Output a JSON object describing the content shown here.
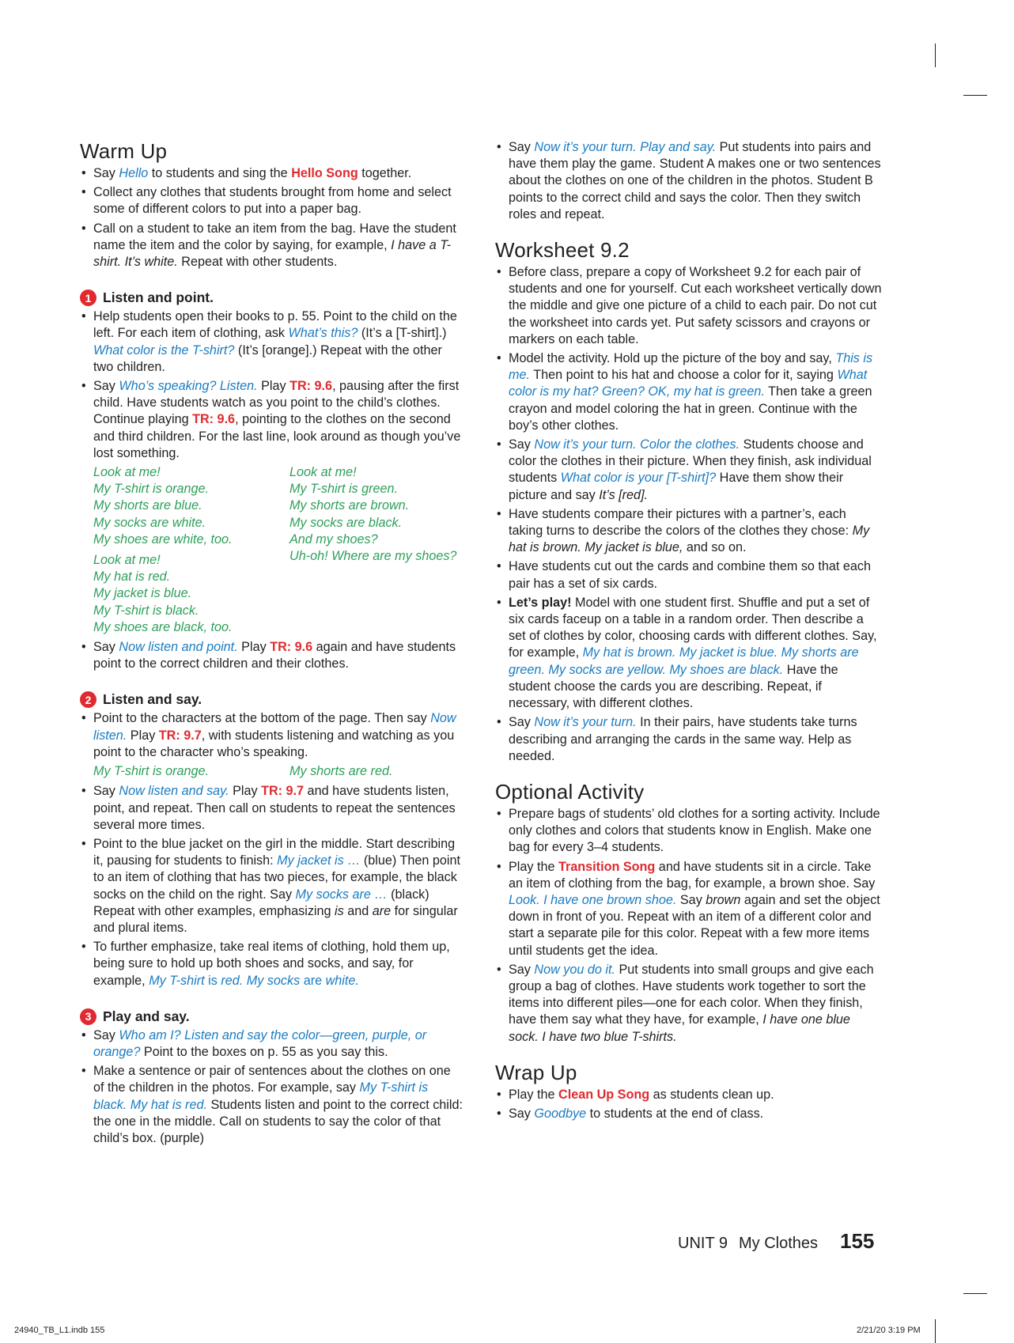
{
  "warmup": {
    "title": "Warm Up",
    "b1": {
      "t1": "Say ",
      "hello": "Hello",
      "t2": " to students and sing the ",
      "song": "Hello Song",
      "t3": " together."
    },
    "b2": "Collect any clothes that students brought from home and select some of different colors to put into a paper bag.",
    "b3": {
      "t1": "Call on a student to take an item from the bag. Have the student name the item and the color by saying, for example, ",
      "i1": "I have a T-shirt. It’s white.",
      "t2": " Repeat with other students."
    }
  },
  "act1": {
    "num": "1",
    "title": "Listen and point.",
    "b1": {
      "t1": "Help students open their books to p. 55. Point to the child on the left. For each item of clothing, ask ",
      "q1": "What’s this?",
      "t2": " (It’s a [T-shirt].) ",
      "q2": "What color is the T-shirt?",
      "t3": " (It’s [orange].) Repeat with the other two children."
    },
    "b2": {
      "t1": "Say ",
      "q1": "Who’s speaking? Listen.",
      "t2": " Play ",
      "tr1": "TR: 9.6",
      "t3": ", pausing after the first child. Have students watch as you point to the child’s clothes. Continue playing ",
      "tr2": "TR: 9.6",
      "t4": ", pointing to the clothes on the second and third children. For the last line, look around as though you’ve lost something."
    },
    "song_left_a": [
      "Look at me!",
      "My T-shirt is orange.",
      "My shorts are blue.",
      "My socks are white.",
      "My shoes are white, too."
    ],
    "song_left_b": [
      "Look at me!",
      "My hat is red.",
      "My jacket is blue.",
      "My T-shirt is black.",
      "My shoes are black, too."
    ],
    "song_right": [
      "Look at me!",
      "My T-shirt is green.",
      "My shorts are brown.",
      "My socks are black.",
      "And my shoes?",
      "Uh-oh! Where are my shoes?"
    ],
    "b3": {
      "t1": "Say ",
      "q1": "Now listen and point.",
      "t2": " Play ",
      "tr": "TR: 9.6",
      "t3": " again and have students point to the correct children and their clothes."
    }
  },
  "act2": {
    "num": "2",
    "title": "Listen and say.",
    "b1": {
      "t1": "Point to the characters at the bottom of the page. Then say ",
      "q1": "Now listen.",
      "t2": " Play ",
      "tr": "TR: 9.7",
      "t3": ", with students listening and watching as you point to the character who’s speaking."
    },
    "chant": [
      "My T-shirt is orange.",
      "My shorts are red."
    ],
    "b2": {
      "t1": "Say ",
      "q1": "Now listen and say.",
      "t2": " Play ",
      "tr": "TR: 9.7",
      "t3": " and have students listen, point, and repeat. Then call on students to repeat the sentences several more times."
    },
    "b3": {
      "t1": "Point to the blue jacket on the girl in the middle. Start describing it, pausing for students to finish: ",
      "q1": "My jacket is …",
      "t2": " (blue) Then point to an item of clothing that has two pieces, for example, the black socks on the child on the right. Say ",
      "q2": "My socks are …",
      "t3": " (black) Repeat with other examples, emphasizing ",
      "i1": "is",
      "t4": " and ",
      "i2": "are",
      "t5": " for singular and plural items."
    },
    "b4": {
      "t1": "To further emphasize, take real items of clothing, hold them up, being sure to hold up both shoes and socks, and say, for example, ",
      "q1": "My T-shirt",
      "t2": " is ",
      "q2": "red.",
      "t3": " ",
      "q3": "My socks",
      "t4": " are ",
      "q4": "white."
    }
  },
  "act3": {
    "num": "3",
    "title": "Play and say.",
    "b1": {
      "t1": "Say ",
      "q1": "Who am I? Listen and say the color—green, purple, or orange?",
      "t2": " Point to the boxes on p. 55 as you say this."
    },
    "b2": {
      "t1": "Make a sentence or pair of sentences about the clothes on one of the children in the photos. For example, say ",
      "q1": "My T-shirt is black. My hat is red.",
      "t2": " Students listen and point to the correct child: the one in the middle. Call on students to say the color of that child’s box. (purple)"
    },
    "b3": {
      "t1": "Say ",
      "q1": "Now it’s your turn. Play and say.",
      "t2": " Put students into pairs and have them play the game. Student A makes one or two sentences about the clothes on one of the children in the photos. Student B points to the correct child and says the color. Then they switch roles and repeat."
    }
  },
  "worksheet": {
    "title": "Worksheet 9.2",
    "b1": "Before class, prepare a copy of Worksheet 9.2 for each pair of students and one for yourself. Cut each worksheet vertically down the middle and give one picture of a child to each pair. Do not cut the worksheet into cards yet. Put safety scissors and crayons or markers on each table.",
    "b2": {
      "t1": "Model the activity. Hold up the picture of the boy and say, ",
      "q1": "This is me.",
      "t2": " Then point to his hat and choose a color for it, saying ",
      "q2": "What color is my hat? Green? OK, my hat is green.",
      "t3": " Then take a green crayon and model coloring the hat in green. Continue with the boy’s other clothes."
    },
    "b3": {
      "t1": "Say ",
      "q1": "Now it’s your turn. Color the clothes.",
      "t2": " Students choose and color the clothes in their picture. When they finish, ask individual students ",
      "q2": "What color is your [T-shirt]?",
      "t3": " Have them show their picture and say ",
      "i1": "It’s [red].",
      "t4": ""
    },
    "b4": {
      "t1": "Have students compare their pictures with a partner’s, each taking turns to describe the colors of the clothes they chose: ",
      "i1": "My hat is brown. My jacket is blue,",
      "t2": " and so on."
    },
    "b5": "Have students cut out the cards and combine them so that each pair has a set of six cards.",
    "b6": {
      "lp": "Let’s play!",
      "t1": " Model with one student first. Shuffle and put a set of six cards faceup on a table in a random order. Then describe a set of clothes by color, choosing cards with different clothes. Say, for example, ",
      "q1": "My hat is brown. My jacket is blue. My shorts are green. My socks are yellow. My shoes are black.",
      "t2": " Have the student choose the cards you are describing. Repeat, if necessary, with different clothes."
    },
    "b7": {
      "t1": "Say ",
      "q1": "Now it’s your turn.",
      "t2": " In their pairs, have students take turns describing and arranging the cards in the same way. Help as needed."
    }
  },
  "optional": {
    "title": "Optional Activity",
    "b1": "Prepare bags of students’ old clothes for a sorting activity. Include only clothes and colors that students know in English. Make one bag for every 3–4 students.",
    "b2": {
      "t1": "Play the ",
      "song": "Transition Song",
      "t2": " and have students sit in a circle. Take an item of clothing from the bag, for example, a brown shoe. Say ",
      "q1": "Look. I have one brown shoe.",
      "t3": " Say ",
      "i1": "brown",
      "t4": " again and set the object down in front of you. Repeat with an item of a different color and start a separate pile for this color. Repeat with a few more items until students get the idea."
    },
    "b3": {
      "t1": "Say ",
      "q1": "Now you do it.",
      "t2": " Put students into small groups and give each group a bag of clothes. Have students work together to sort the items into different piles—one for each color. When they finish, have them say what they have, for example, ",
      "i1": "I have one blue sock. I have two blue T-shirts.",
      "t3": ""
    }
  },
  "wrapup": {
    "title": "Wrap Up",
    "b1": {
      "t1": "Play the ",
      "song": "Clean Up Song",
      "t2": " as students clean up."
    },
    "b2": {
      "t1": "Say ",
      "q1": "Goodbye",
      "t2": " to students at the end of class."
    }
  },
  "footer": {
    "unit": "UNIT 9",
    "title": "My Clothes",
    "page": "155"
  },
  "slug": {
    "file": "24940_TB_L1.indb   155",
    "date": "2/21/20   3:19 PM"
  },
  "colors": {
    "red": "#e02a2f",
    "blue": "#1a7cc2",
    "green": "#2e9f5a",
    "text": "#231f20"
  }
}
